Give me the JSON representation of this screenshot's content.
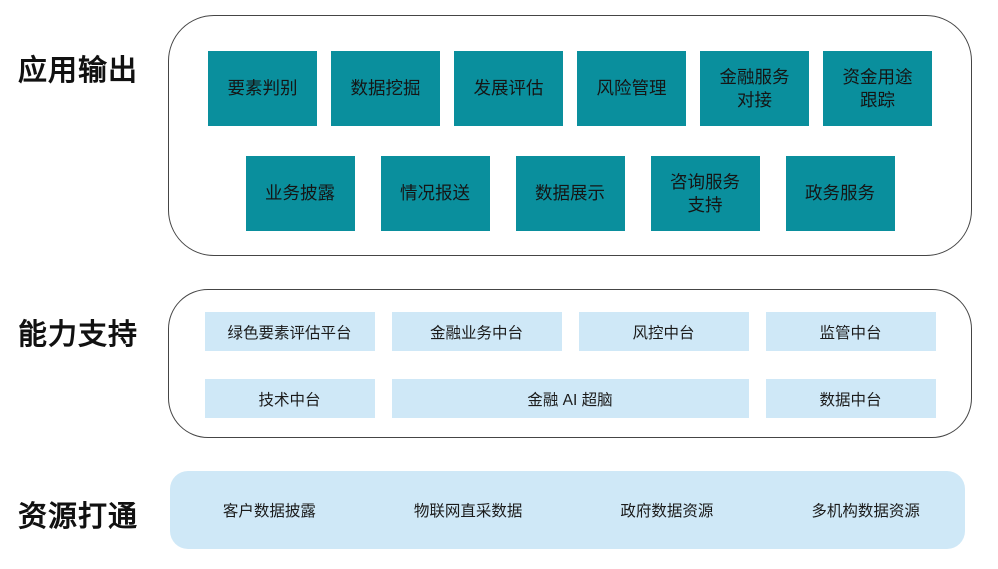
{
  "colors": {
    "teal_box": "#0a8f9d",
    "light_blue_box": "#cfe8f7",
    "outline": "#454545",
    "label_text": "#111111",
    "box_text": "#151515"
  },
  "sections": [
    {
      "label": "应用输出",
      "rows": [
        [
          "要素判别",
          "数据挖掘",
          "发展评估",
          "风险管理",
          "金融服务\n对接",
          "资金用途\n跟踪"
        ],
        [
          "业务披露",
          "情况报送",
          "数据展示",
          "咨询服务\n支持",
          "政务服务"
        ]
      ]
    },
    {
      "label": "能力支持",
      "rows": [
        [
          "绿色要素评估平台",
          "金融业务中台",
          "风控中台",
          "监管中台"
        ],
        [
          "技术中台",
          "金融 AI 超脑",
          "数据中台"
        ]
      ]
    },
    {
      "label": "资源打通",
      "items": [
        "客户数据披露",
        "物联网直采数据",
        "政府数据资源",
        "多机构数据资源"
      ]
    }
  ]
}
